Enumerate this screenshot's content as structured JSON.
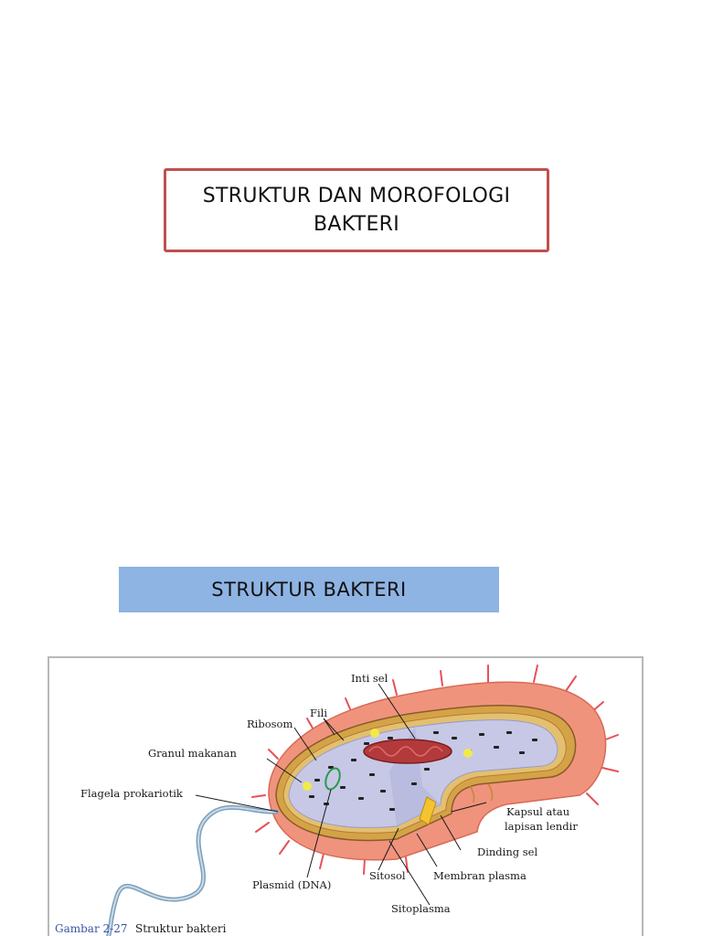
{
  "title": {
    "line1": "STRUKTUR DAN MOROFOLOGI",
    "line2": "BAKTERI"
  },
  "section": {
    "heading": "STRUKTUR BAKTERI"
  },
  "figure": {
    "labels": {
      "inti_sel": "Inti sel",
      "fili": "Fili",
      "ribosom": "Ribosom",
      "granul_makanan": "Granul makanan",
      "flagela": "Flagela prokariotik",
      "kapsul_line1": "Kapsul atau",
      "kapsul_line2": "lapisan lendir",
      "dinding_sel": "Dinding sel",
      "membran_plasma": "Membran plasma",
      "sitosol": "Sitosol",
      "plasmid": "Plasmid (DNA)",
      "sitoplasma": "Sitoplasma"
    },
    "caption": {
      "number": "Gambar 2-27",
      "text": "Struktur bakteri"
    }
  }
}
